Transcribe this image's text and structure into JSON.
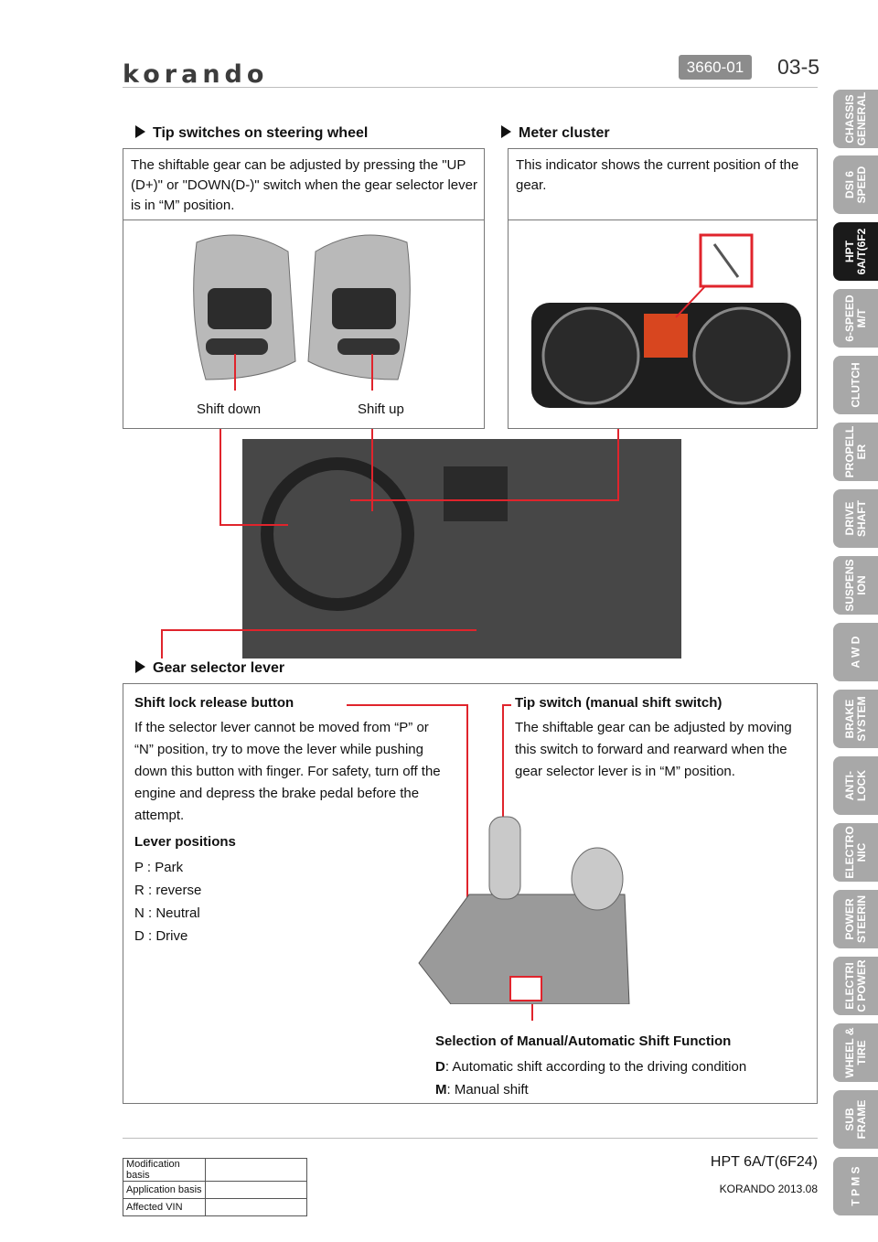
{
  "header": {
    "logo": "korando",
    "doc_code": "3660-01",
    "page_number": "03-5"
  },
  "steering_section": {
    "title": "Tip switches on steering wheel",
    "description": "The shiftable gear can be adjusted by pressing the \"UP (D+)\" or \"DOWN(D-)\" switch  when the gear selector lever is in “M” position.",
    "label_shift_down": "Shift down",
    "label_shift_up": "Shift up"
  },
  "meter_section": {
    "title": "Meter cluster",
    "description": "This indicator shows the current position of the gear."
  },
  "gear_section": {
    "title": "Gear selector lever",
    "shift_lock_title": "Shift lock release button",
    "shift_lock_text": "If the selector lever cannot be moved from “P” or “N” position, try to move the lever while pushing down this button with finger. For safety, turn off the engine and depress the brake pedal before the attempt.",
    "lever_positions_title": "Lever positions",
    "lever_positions": [
      "P : Park",
      "R : reverse",
      "N : Neutral",
      "D : Drive"
    ],
    "tip_switch_title": "Tip switch (manual shift switch)",
    "tip_switch_text": "The shiftable gear can be adjusted by moving this switch to forward and rearward when the gear selector lever is in “M” position.",
    "selection_title": "Selection of Manual/Automatic Shift Function",
    "selection_d_key": "D",
    "selection_d_text": ": Automatic shift according to the driving condition",
    "selection_m_key": "M",
    "selection_m_text": ": Manual shift"
  },
  "side_tabs": [
    {
      "label": "CHASSIS\nGENERAL",
      "active": false
    },
    {
      "label": "DSI 6\nSPEED",
      "active": false
    },
    {
      "label": "HPT\n6A/T(6F2",
      "active": true
    },
    {
      "label": "6-SPEED\nM/T",
      "active": false
    },
    {
      "label": "CLUTCH",
      "active": false
    },
    {
      "label": "PROPELL\nER",
      "active": false
    },
    {
      "label": "DRIVE\nSHAFT",
      "active": false
    },
    {
      "label": "SUSPENS\nION",
      "active": false
    },
    {
      "label": "A W D",
      "active": false
    },
    {
      "label": "BRAKE\nSYSTEM",
      "active": false
    },
    {
      "label": "ANTI-\nLOCK",
      "active": false
    },
    {
      "label": "ELECTRO\nNIC",
      "active": false
    },
    {
      "label": "POWER\nSTEERIN",
      "active": false
    },
    {
      "label": "ELECTRI\nC POWER",
      "active": false
    },
    {
      "label": "WHEEL &\nTIRE",
      "active": false
    },
    {
      "label": "SUB\nFRAME",
      "active": false
    },
    {
      "label": "T P M S",
      "active": false
    }
  ],
  "footer": {
    "model": "HPT 6A/T(6F24)",
    "edition": "KORANDO 2013.08",
    "table": [
      {
        "key": "Modification basis",
        "value": ""
      },
      {
        "key": "Application basis",
        "value": ""
      },
      {
        "key": "Affected VIN",
        "value": ""
      }
    ]
  },
  "colors": {
    "accent_red": "#e0242c",
    "tab_inactive": "#a8a8a8",
    "tab_active": "#1a1a1a"
  }
}
